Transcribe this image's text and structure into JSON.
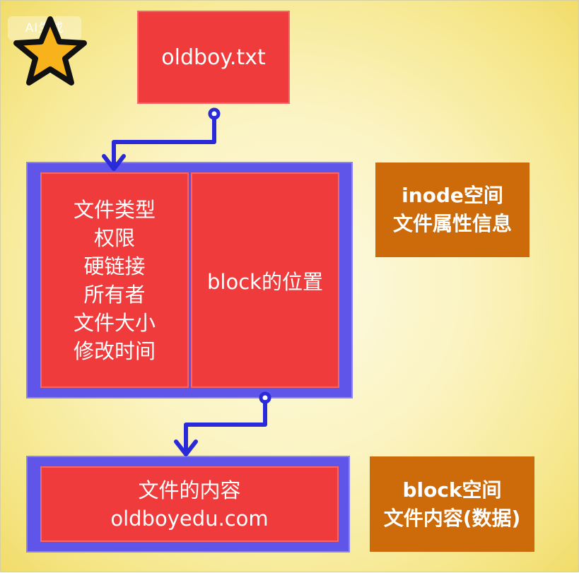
{
  "watermark": "AI生成",
  "icons": {
    "star": "star-icon"
  },
  "colors": {
    "red_box": "#ef3b3b",
    "blue_frame": "#5f55e8",
    "orange_box": "#cd6b0a",
    "connector": "#2a2ad8",
    "background": "#fbf3c0"
  },
  "file": {
    "name": "oldboy.txt"
  },
  "inode": {
    "attributes": [
      "文件类型",
      "权限",
      "硬链接",
      "所有者",
      "文件大小",
      "修改时间"
    ],
    "block_position": "block的位置",
    "label_line1": "inode空间",
    "label_line2": "文件属性信息"
  },
  "block": {
    "content_line1": "文件的内容",
    "content_line2": "oldboyedu.com",
    "label_line1": "block空间",
    "label_line2": "文件内容(数据)"
  }
}
